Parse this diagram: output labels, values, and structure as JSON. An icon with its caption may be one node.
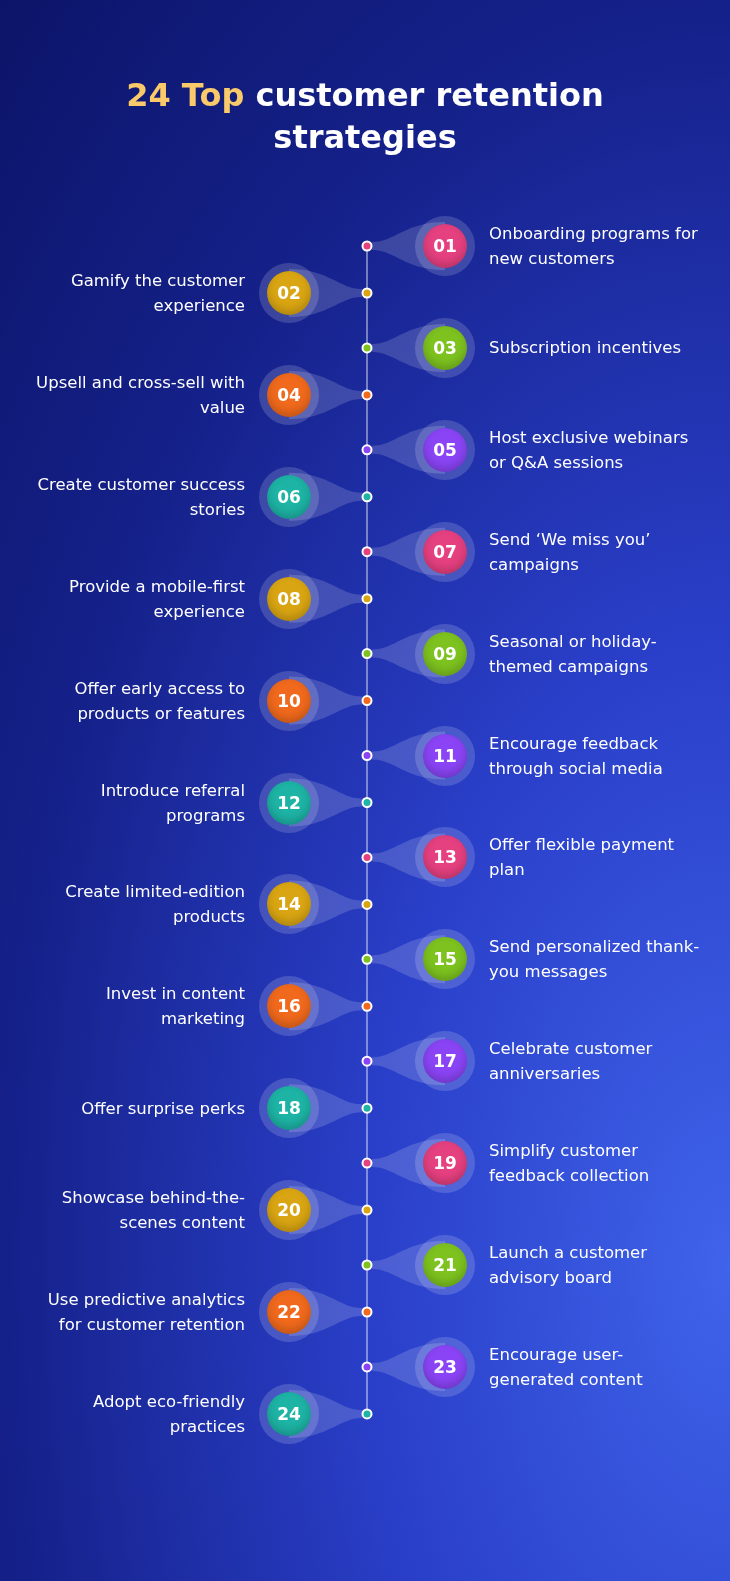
{
  "diagram": {
    "title": "24 Top customer retention strategies",
    "nodes": [
      {
        "text": [
          "01"
        ],
        "beside": [
          "Onboarding programs for new customers"
        ]
      },
      {
        "text": [
          "02"
        ],
        "beside": [
          "Gamify the customer experience"
        ]
      },
      {
        "text": [
          "03"
        ],
        "beside": [
          "Subscription incentives"
        ]
      },
      {
        "text": [
          "04"
        ],
        "beside": [
          "Upsell and cross-sell with value"
        ]
      },
      {
        "text": [
          "05"
        ],
        "beside": [
          "Host exclusive webinars or Q&A sessions"
        ]
      },
      {
        "text": [
          "06"
        ],
        "beside": [
          "Create customer success stories"
        ]
      },
      {
        "text": [
          "07"
        ],
        "beside": [
          "Send ‘We miss you’ campaigns"
        ]
      },
      {
        "text": [
          "08"
        ],
        "beside": [
          "Provide a mobile-first experience"
        ]
      },
      {
        "text": [
          "09"
        ],
        "beside": [
          "Seasonal or holiday-themed campaigns"
        ]
      },
      {
        "text": [
          "10"
        ],
        "beside": [
          "Offer early access to products or features"
        ]
      },
      {
        "text": [
          "11"
        ],
        "beside": [
          "Encourage feedback through social media"
        ]
      },
      {
        "text": [
          "12"
        ],
        "beside": [
          "Introduce referral programs"
        ]
      },
      {
        "text": [
          "13"
        ],
        "beside": [
          "Offer flexible payment plan"
        ]
      },
      {
        "text": [
          "14"
        ],
        "beside": [
          "Create limited-edition products"
        ]
      },
      {
        "text": [
          "15"
        ],
        "beside": [
          "Send personalized thank-you messages"
        ]
      },
      {
        "text": [
          "16"
        ],
        "beside": [
          "Invest in content marketing"
        ]
      },
      {
        "text": [
          "17"
        ],
        "beside": [
          "Celebrate customer anniversaries"
        ]
      },
      {
        "text": [
          "18"
        ],
        "beside": [
          "Offer surprise perks"
        ]
      },
      {
        "text": [
          "19"
        ],
        "beside": [
          "Simplify customer feedback collection"
        ]
      },
      {
        "text": [
          "20"
        ],
        "beside": [
          "Showcase behind-the-scenes content"
        ]
      },
      {
        "text": [
          "21"
        ],
        "beside": [
          "Launch a customer advisory board"
        ]
      },
      {
        "text": [
          "22"
        ],
        "beside": [
          "Use predictive analytics for customer retention"
        ]
      },
      {
        "text": [
          "23"
        ],
        "beside": [
          "Encourage user-generated content"
        ]
      },
      {
        "text": [
          "24"
        ],
        "beside": [
          "Adopt eco-friendly practices"
        ]
      }
    ]
  }
}
